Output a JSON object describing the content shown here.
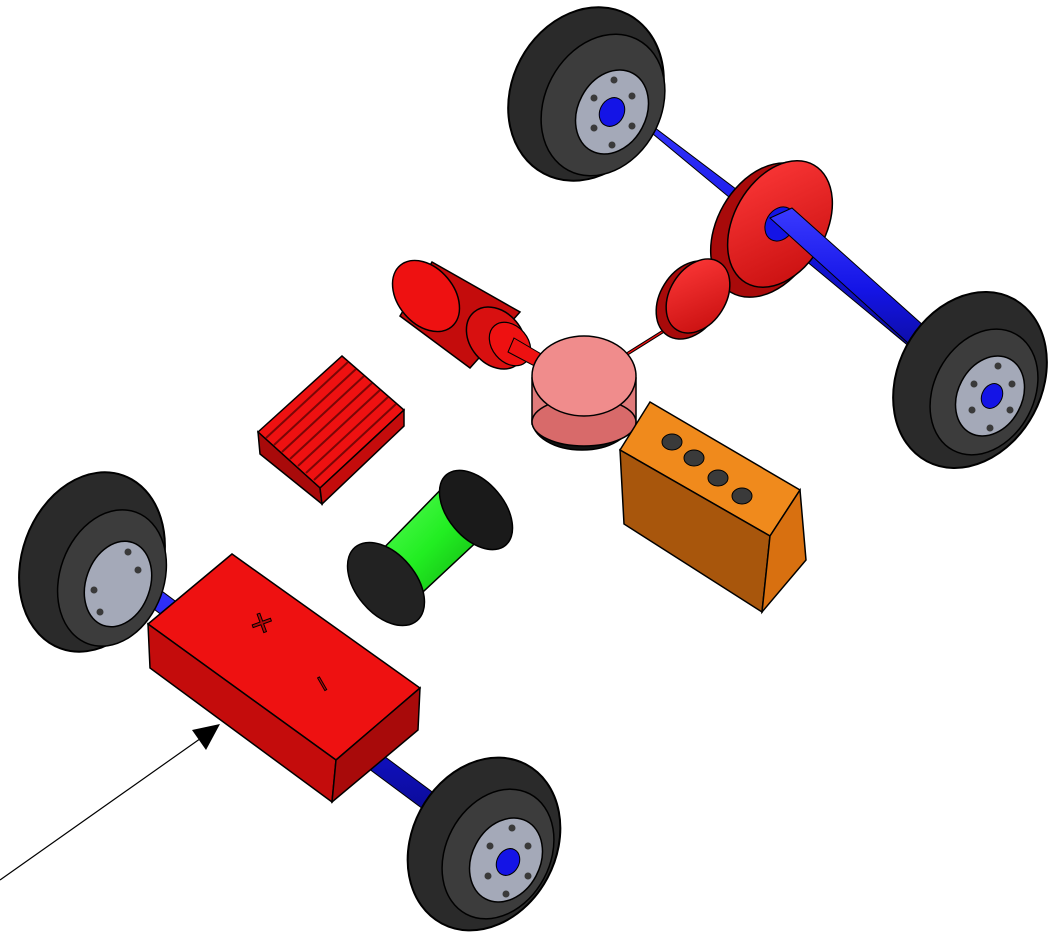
{
  "colors": {
    "tire": "#3c3c3c",
    "tire_edge": "#111111",
    "hub": "#a4a9b8",
    "hub_hole": "#3a3a3a",
    "axle": "#1414e6",
    "axle_dark": "#0a0a8a",
    "red": "#ee1111",
    "red_dark": "#a80a0a",
    "pink": "#f08c8c",
    "green": "#22ee22",
    "orange": "#f08a1c",
    "orange_dark": "#a8560c",
    "outline": "#000000"
  },
  "battery": {
    "plus_symbol": "+",
    "minus_symbol": "−"
  },
  "parts": {
    "rear_axle": "axle",
    "front_axle": "axle",
    "motor": "motor",
    "large_gear": "gear",
    "small_gear": "gear",
    "heatsink": "heat-sink",
    "coil": "coil",
    "switch_box": "switch-box",
    "pulley": "pulley",
    "battery_box": "battery",
    "pointer": "arrow"
  }
}
